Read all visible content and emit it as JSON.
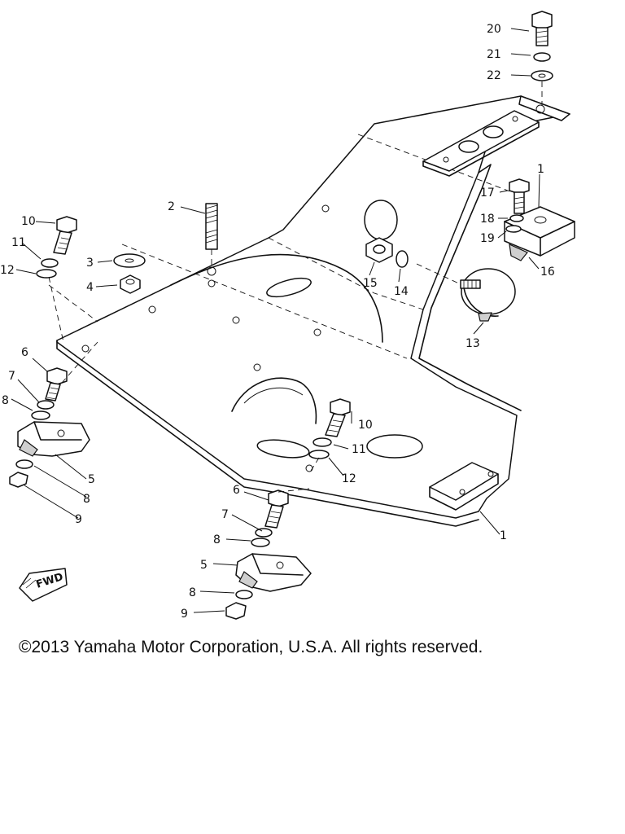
{
  "diagram": {
    "callouts": [
      {
        "id": "c20",
        "text": "20"
      },
      {
        "id": "c21",
        "text": "21"
      },
      {
        "id": "c22",
        "text": "22"
      },
      {
        "id": "c1a",
        "text": "1"
      },
      {
        "id": "c17",
        "text": "17"
      },
      {
        "id": "c18",
        "text": "18"
      },
      {
        "id": "c19",
        "text": "19"
      },
      {
        "id": "c16",
        "text": "16"
      },
      {
        "id": "c2",
        "text": "2"
      },
      {
        "id": "c10a",
        "text": "10"
      },
      {
        "id": "c11a",
        "text": "11"
      },
      {
        "id": "c12a",
        "text": "12"
      },
      {
        "id": "c3",
        "text": "3"
      },
      {
        "id": "c4",
        "text": "4"
      },
      {
        "id": "c15",
        "text": "15"
      },
      {
        "id": "c14",
        "text": "14"
      },
      {
        "id": "c13",
        "text": "13"
      },
      {
        "id": "c6a",
        "text": "6"
      },
      {
        "id": "c7a",
        "text": "7"
      },
      {
        "id": "c8a",
        "text": "8"
      },
      {
        "id": "c5a",
        "text": "5"
      },
      {
        "id": "c8b",
        "text": "8"
      },
      {
        "id": "c9a",
        "text": "9"
      },
      {
        "id": "c10b",
        "text": "10"
      },
      {
        "id": "c11b",
        "text": "11"
      },
      {
        "id": "c12b",
        "text": "12"
      },
      {
        "id": "c1b",
        "text": "1"
      },
      {
        "id": "c6b",
        "text": "6"
      },
      {
        "id": "c7b",
        "text": "7"
      },
      {
        "id": "c8c",
        "text": "8"
      },
      {
        "id": "c5b",
        "text": "5"
      },
      {
        "id": "c8d",
        "text": "8"
      },
      {
        "id": "c9b",
        "text": "9"
      }
    ],
    "fwd_label": "FWD"
  },
  "footer": {
    "copyright": "©2013 Yamaha Motor Corporation, U.S.A. All rights reserved."
  }
}
